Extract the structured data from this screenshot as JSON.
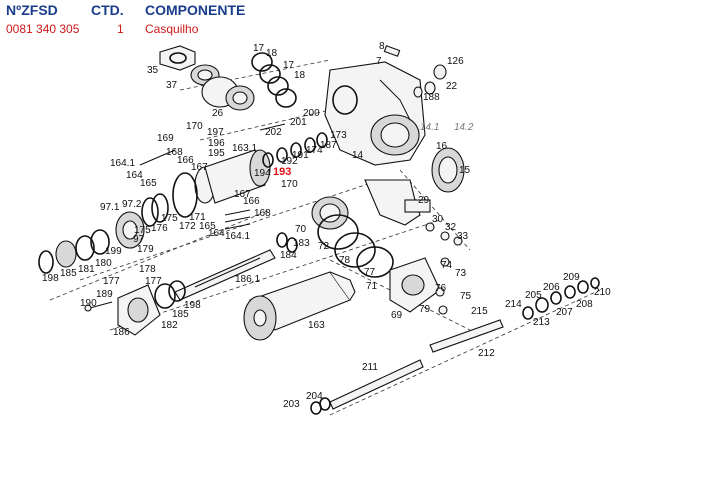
{
  "header": {
    "col_part": "NºZFSD",
    "col_qty": "CTD.",
    "col_component": "COMPONENTE"
  },
  "selected_row": {
    "part": "0081 340 305",
    "qty": "1",
    "component": "Casquilho"
  },
  "highlighted_callout": "193",
  "callouts": {
    "c35": "35",
    "c37": "37",
    "c17a": "17",
    "c18a": "18",
    "c17b": "17",
    "c18b": "18",
    "c26": "26",
    "c8": "8",
    "c7": "7",
    "c126": "126",
    "c22": "22",
    "c188": "188",
    "c200": "200",
    "c201": "201",
    "c202": "202",
    "c170a": "170",
    "c197": "197",
    "c169": "169",
    "c196": "196",
    "c168a": "168",
    "c195": "195",
    "c166": "166",
    "c163_1": "163.1",
    "c167a": "167",
    "c164_1a": "164.1",
    "c164a": "164",
    "c165a": "165",
    "c173": "173",
    "c187": "187",
    "c174": "174",
    "c191": "191",
    "c192": "192",
    "c194": "194",
    "c193": "193",
    "c14": "14",
    "c14_1": "14.1",
    "c14_2": "14.2",
    "c16": "16",
    "c15": "15",
    "c170b": "170",
    "c167b": "167",
    "c166b": "166",
    "c168b": "168",
    "c97_1": "97.1",
    "c97_2": "97.2",
    "c175a": "175",
    "c176": "176",
    "c175b": "175",
    "c171": "171",
    "c172": "172",
    "c165b": "165",
    "c164b": "164",
    "c164_1b": "164.1",
    "c97": "97",
    "c179": "179",
    "c199": "199",
    "c180": "180",
    "c181": "181",
    "c185a": "185",
    "c198a": "198",
    "c70": "70",
    "c72": "72",
    "c183": "183",
    "c184": "184",
    "c29": "29",
    "c30": "30",
    "c32": "32",
    "c33": "33",
    "c78": "78",
    "c77": "77",
    "c71": "71",
    "c74": "74",
    "c73": "73",
    "c76": "76",
    "c75": "75",
    "c79": "79",
    "c69": "69",
    "c178": "178",
    "c177a": "177",
    "c177b": "177",
    "c186_1": "186.1",
    "c189": "189",
    "c190": "190",
    "c198b": "198",
    "c185b": "185",
    "c182": "182",
    "c186": "186",
    "c163": "163",
    "c215": "215",
    "c214": "214",
    "c205": "205",
    "c206": "206",
    "c209": "209",
    "c210": "210",
    "c208": "208",
    "c207": "207",
    "c213": "213",
    "c212": "212",
    "c211": "211",
    "c204": "204",
    "c203": "203"
  }
}
